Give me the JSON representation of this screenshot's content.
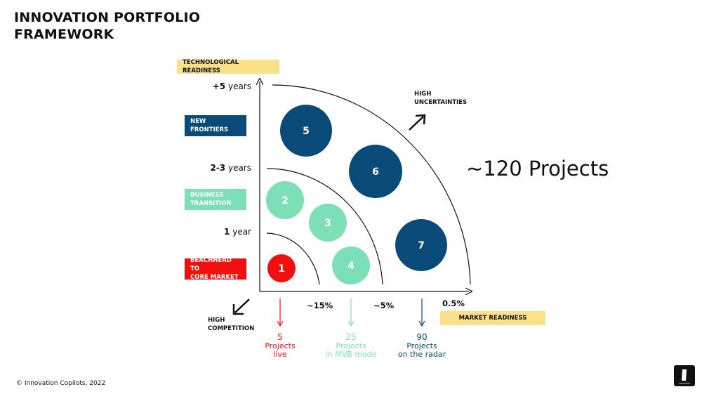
{
  "title": "INNOVATION PORTFOLIO\nFRAMEWORK",
  "y_axis_label": "TECHNOLOGICAL READINESS",
  "x_axis_label": "MARKET READINESS",
  "y_ticks": [
    {
      "bold": "+5",
      "rest": " years"
    },
    {
      "bold": "2-3",
      "rest": " years"
    },
    {
      "bold": "1",
      "rest": " year"
    }
  ],
  "zones": {
    "frontiers": "NEW\nFRONTIERS",
    "business": "BUSINESS\nTRANSITION",
    "beachhead": "BEACHHEAD TO\nCORE MARKET"
  },
  "high_uncertainties": "HIGH\nUNCERTAINTIES",
  "high_competition": "HIGH\nCOMPETITION",
  "total_projects": "~120 Projects",
  "x_ticks": [
    "~15%",
    "~5%",
    "0.5%"
  ],
  "bubbles": [
    {
      "label": "1",
      "color": "#f01010"
    },
    {
      "label": "2",
      "color": "#7ddfb8"
    },
    {
      "label": "3",
      "color": "#7ddfb8"
    },
    {
      "label": "4",
      "color": "#7ddfb8"
    },
    {
      "label": "5",
      "color": "#0a4a78"
    },
    {
      "label": "6",
      "color": "#0a4a78"
    },
    {
      "label": "7",
      "color": "#0a4a78"
    }
  ],
  "stats": [
    {
      "num": "5",
      "line1": "Projects",
      "line2": "live",
      "color": "#f01010"
    },
    {
      "num": "25",
      "line1": "Projects",
      "line2": "in MVB mode",
      "color": "#7ddfb8"
    },
    {
      "num": "90",
      "line1": "Projects",
      "line2": "on the radar",
      "color": "#0a4a78"
    }
  ],
  "copyright": "© Innovation Copilots, 2022"
}
